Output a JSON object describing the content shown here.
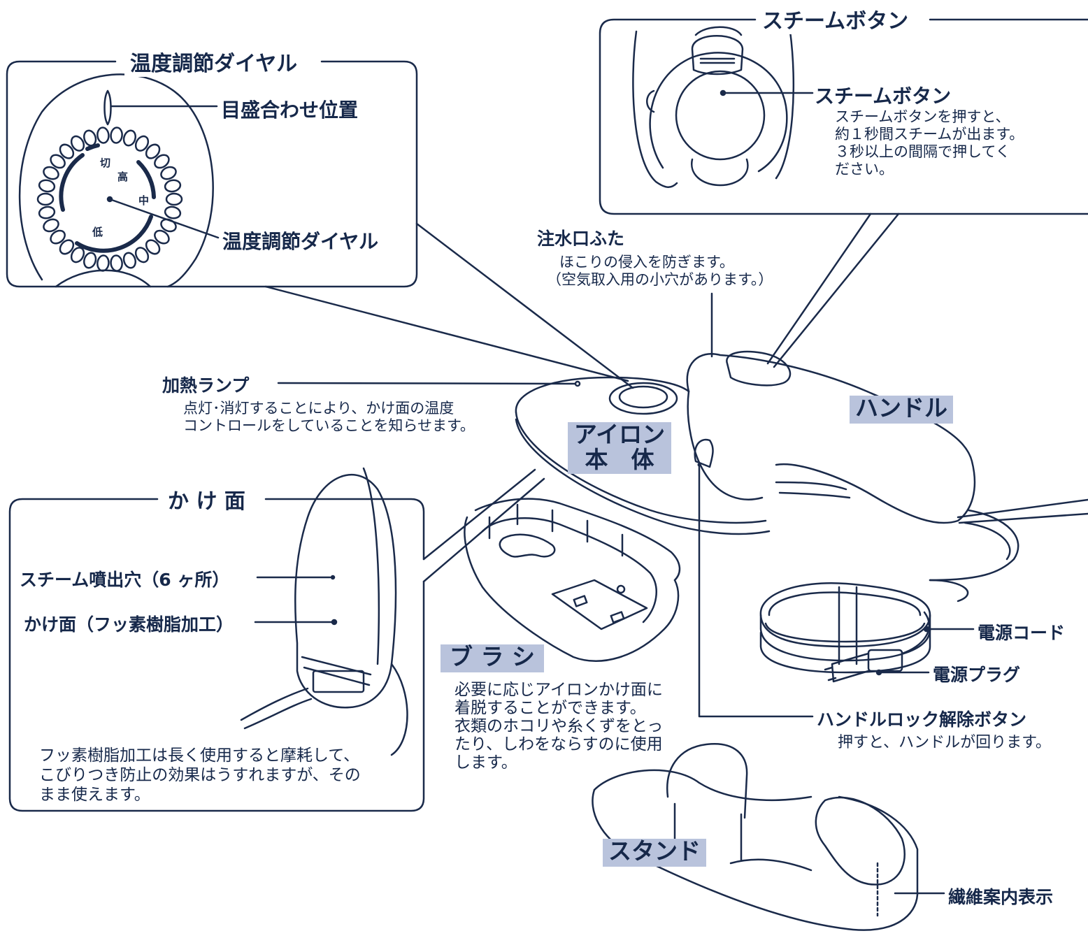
{
  "temp_panel": {
    "title": "温度調節ダイヤル",
    "label_alignment": "目盛合わせ位置",
    "label_dial": "温度調節ダイヤル",
    "dial_marks": [
      "切",
      "高",
      "中",
      "低"
    ]
  },
  "steam_panel": {
    "title": "スチームボタン",
    "label": "スチームボタン",
    "desc_lines": [
      "スチームボタンを押すと、",
      "約１秒間スチームが出ます。",
      "３秒以上の間隔で押してく",
      "ださい。"
    ]
  },
  "water_cap": {
    "label": "注水口ふた",
    "desc_lines": [
      "ほこりの侵入を防ぎます。",
      "（空気取入用の小穴があります。）"
    ]
  },
  "heating_lamp": {
    "label": "加熱ランプ",
    "desc_lines": [
      "点灯･消灯することにより、かけ面の温度",
      "コントロールをしていることを知らせます。"
    ]
  },
  "tags": {
    "handle": "ハンドル",
    "iron_body": [
      "アイロン",
      "本　体"
    ],
    "brush": "ブ ラ シ",
    "stand": "スタンド"
  },
  "soleplate_panel": {
    "title": "か け 面",
    "label_steam_holes": "スチーム噴出穴（6 ヶ所）",
    "label_soleplate": "かけ面（フッ素樹脂加工）",
    "note_lines": [
      "フッ素樹脂加工は長く使用すると摩耗して、",
      "こびりつき防止の効果はうすれますが、その",
      "まま使えます。"
    ]
  },
  "brush": {
    "desc_lines": [
      "必要に応じアイロンかけ面に",
      "着脱することができます。",
      "衣類のホコリや糸くずをとっ",
      "たり、しわをならすのに使用",
      "します。"
    ]
  },
  "power_cord": {
    "label": "電源コード"
  },
  "power_plug": {
    "label": "電源プラグ"
  },
  "handle_lock": {
    "label": "ハンドルロック解除ボタン",
    "desc": "押すと、ハンドルが回ります。"
  },
  "fiber_guide": {
    "label": "繊維案内表示"
  },
  "colors": {
    "line": "#1a2a4a",
    "tag_bg": "#b9c3dc",
    "text": "#16284a"
  }
}
